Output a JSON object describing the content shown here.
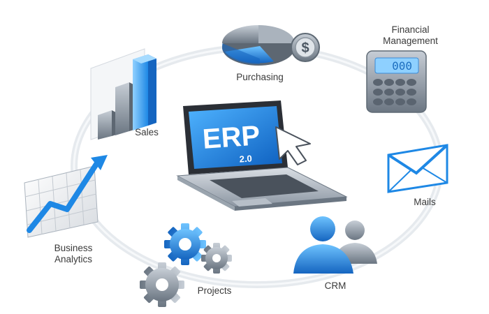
{
  "center": {
    "title": "ERP",
    "version": "2.0"
  },
  "nodes": {
    "purchasing": {
      "label": "Purchasing",
      "icon": "pie-chart-dollar-icon"
    },
    "financial": {
      "label_line1": "Financial",
      "label_line2": "Management",
      "icon": "calculator-icon",
      "display": "000"
    },
    "sales": {
      "label": "Sales",
      "icon": "bar-chart-icon"
    },
    "mails": {
      "label": "Mails",
      "icon": "envelope-icon"
    },
    "analytics": {
      "label_line1": "Business",
      "label_line2": "Analytics",
      "icon": "trend-chart-icon"
    },
    "projects": {
      "label": "Projects",
      "icon": "gears-icon"
    },
    "crm": {
      "label": "CRM",
      "icon": "users-icon"
    }
  },
  "colors": {
    "accent_blue": "#1e88e5",
    "light_blue": "#64b5f6",
    "gray": "#8a95a1",
    "ring": "#e6eaee",
    "text": "#3a3a3a"
  }
}
